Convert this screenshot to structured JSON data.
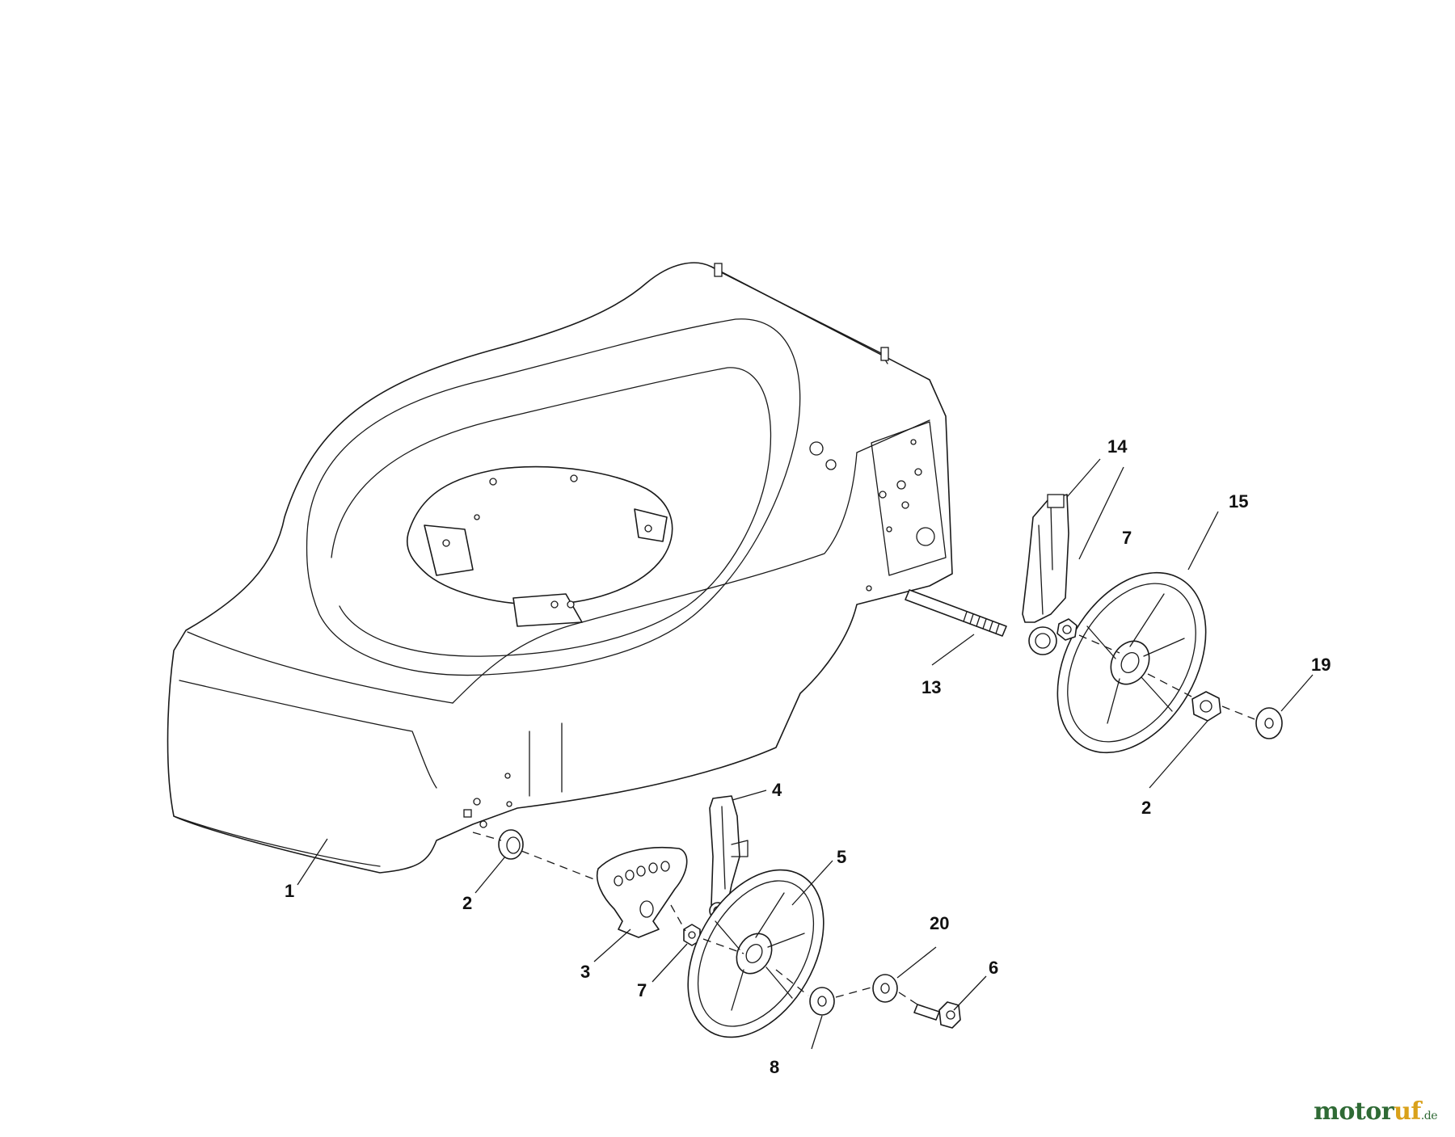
{
  "diagram": {
    "callouts": {
      "c1": "1",
      "c2a": "2",
      "c2b": "2",
      "c3": "3",
      "c4": "4",
      "c5": "5",
      "c6": "6",
      "c7a": "7",
      "c7b": "7",
      "c8": "8",
      "c13": "13",
      "c14": "14",
      "c15": "15",
      "c19": "19",
      "c20": "20"
    }
  },
  "watermark": {
    "part_a": "motor",
    "part_b": "uf",
    "tld": ".de"
  }
}
